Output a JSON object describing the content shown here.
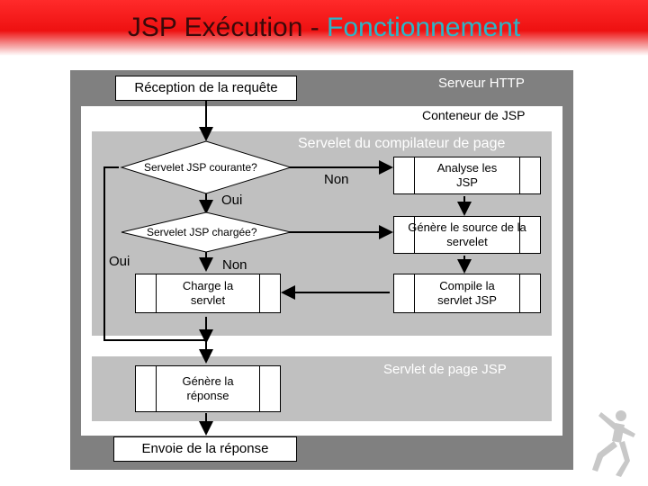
{
  "title": {
    "part1": "JSP Exécution - ",
    "part2": "Fonctionnement"
  },
  "labels": {
    "reception": "Réception de la requête",
    "serveur_http": "Serveur HTTP",
    "conteneur_jsp": "Conteneur de JSP",
    "servelet_compilateur": "Servelet du compilateur de page",
    "servlet_page_jsp": "Servlet de page JSP",
    "envoie_reponse": "Envoie de la réponse"
  },
  "decisions": {
    "courante": "Servelet JSP courante?",
    "chargee": "Servelet JSP chargée?"
  },
  "branches": {
    "oui_1": "Oui",
    "oui_2": "Oui",
    "non_1": "Non",
    "non_2": "Non"
  },
  "boxes": {
    "charge": "Charge la servlet",
    "genere_reponse": "Génère la réponse",
    "analyse": "Analyse les JSP",
    "genere_source": "Génère le source de la servelet",
    "compile": "Compile la servlet JSP"
  },
  "colors": {
    "outer": "#808080",
    "inner": "#c0c0c0",
    "accent": "#2ab6c8",
    "band": "#ee1111"
  }
}
